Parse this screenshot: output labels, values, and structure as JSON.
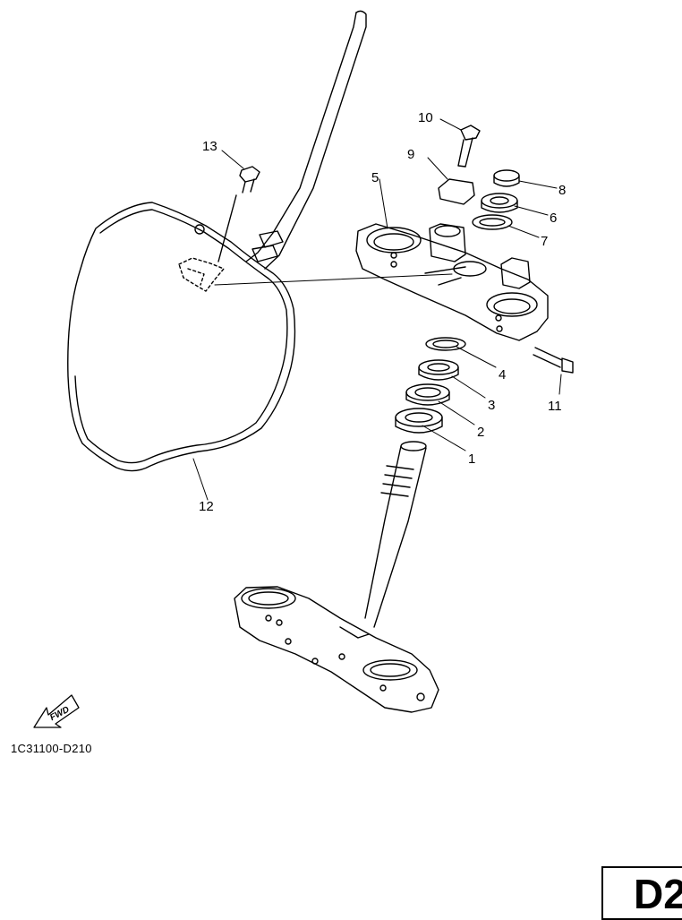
{
  "parts": [
    {
      "no": "1"
    },
    {
      "no": "2"
    },
    {
      "no": "3"
    },
    {
      "no": "4"
    },
    {
      "no": "5"
    },
    {
      "no": "6"
    },
    {
      "no": "7"
    },
    {
      "no": "8"
    },
    {
      "no": "9"
    },
    {
      "no": "10"
    },
    {
      "no": "11"
    },
    {
      "no": "12"
    },
    {
      "no": "13"
    }
  ],
  "fwd_label": "FWD",
  "diagram_code": "1C31100-D210",
  "page_id": "D2"
}
